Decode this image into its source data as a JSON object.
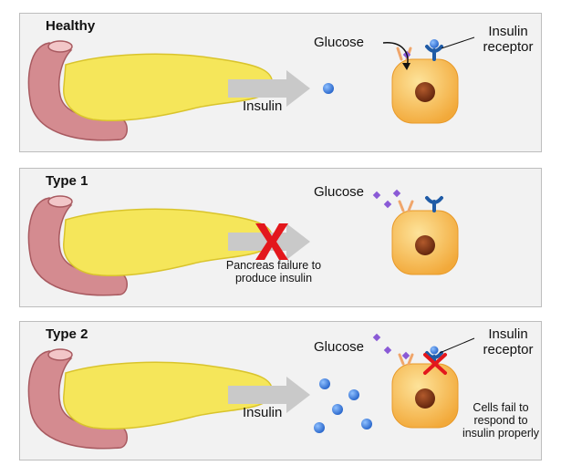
{
  "colors": {
    "panel_bg": "#f2f2f2",
    "pancreas_yellow": "#f5e65a",
    "duodenum_pink": "#d48b90",
    "cell_orange": "#f7b848",
    "nucleus": "#8a3b1a",
    "insulin_blue": "#3b7ee0",
    "glucose_purple": "#8a5ad6",
    "receptor_blue": "#1f5ba6",
    "cross_red": "#e3171c",
    "arrow_gray": "#c9c9c9"
  },
  "panels": [
    {
      "title": "Healthy",
      "glucose_label": "Glucose",
      "receptor_label": "Insulin receptor",
      "arrow_label": "Insulin"
    },
    {
      "title": "Type 1",
      "glucose_label": "Glucose",
      "arrow_label": "Pancreas failure to produce insulin"
    },
    {
      "title": "Type 2",
      "glucose_label": "Glucose",
      "receptor_label": "Insulin receptor",
      "arrow_label": "Insulin",
      "cell_note": "Cells fail to respond to insulin properly"
    }
  ]
}
